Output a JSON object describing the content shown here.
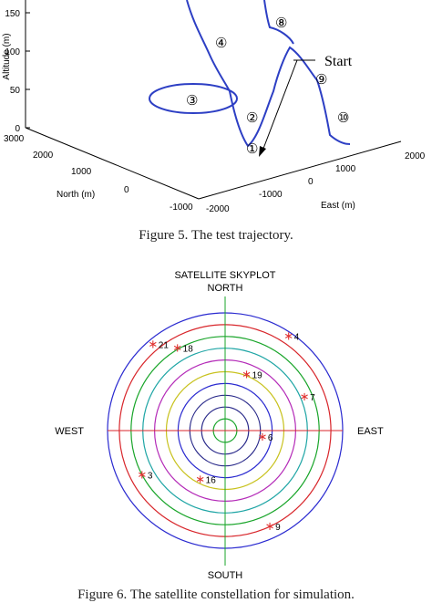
{
  "figure5": {
    "caption": "Figure 5.    The test trajectory.",
    "chart_data": {
      "type": "line3d",
      "zlabel": "Altitude (m)",
      "ylabel": "North (m)",
      "xlabel": "East (m)",
      "z_ticks": [
        "150",
        "100",
        "50",
        "0"
      ],
      "north_ticks": [
        "3000",
        "2000",
        "1000",
        "0",
        "-1000"
      ],
      "east_ticks": [
        "-2000",
        "-1000",
        "0",
        "1000",
        "2000"
      ],
      "segment_labels": [
        "①",
        "②",
        "③",
        "④",
        "⑧",
        "⑨",
        "⑩"
      ],
      "annotation": "Start",
      "line_color": "#2d3fc4"
    }
  },
  "figure6": {
    "caption": "Figure 6.    The satellite constellation for simulation.",
    "chart_data": {
      "type": "polar-scatter",
      "title": "SATELLITE SKYPLOT",
      "directions": {
        "north": "NORTH",
        "south": "SOUTH",
        "east": "EAST",
        "west": "WEST"
      },
      "ring_colors": [
        "#2a2ad0",
        "#d8262b",
        "#19a52a",
        "#1ea5a5",
        "#b42bb8",
        "#c8c21e",
        "#2a2ad0",
        "#2a2a8a",
        "#2a2a8a",
        "#19a52a"
      ],
      "satellites": [
        {
          "id": "4",
          "azimuth": 34,
          "elevation": 3
        },
        {
          "id": "21",
          "azimuth": 320,
          "elevation": 4
        },
        {
          "id": "18",
          "azimuth": 330,
          "elevation": 17
        },
        {
          "id": "19",
          "azimuth": 21,
          "elevation": 44
        },
        {
          "id": "7",
          "azimuth": 67,
          "elevation": 24
        },
        {
          "id": "6",
          "azimuth": 100,
          "elevation": 61
        },
        {
          "id": "3",
          "azimuth": 242,
          "elevation": 18
        },
        {
          "id": "16",
          "azimuth": 207,
          "elevation": 48
        },
        {
          "id": "9",
          "azimuth": 155,
          "elevation": 9
        }
      ],
      "marker_color": "#e0302f"
    }
  }
}
